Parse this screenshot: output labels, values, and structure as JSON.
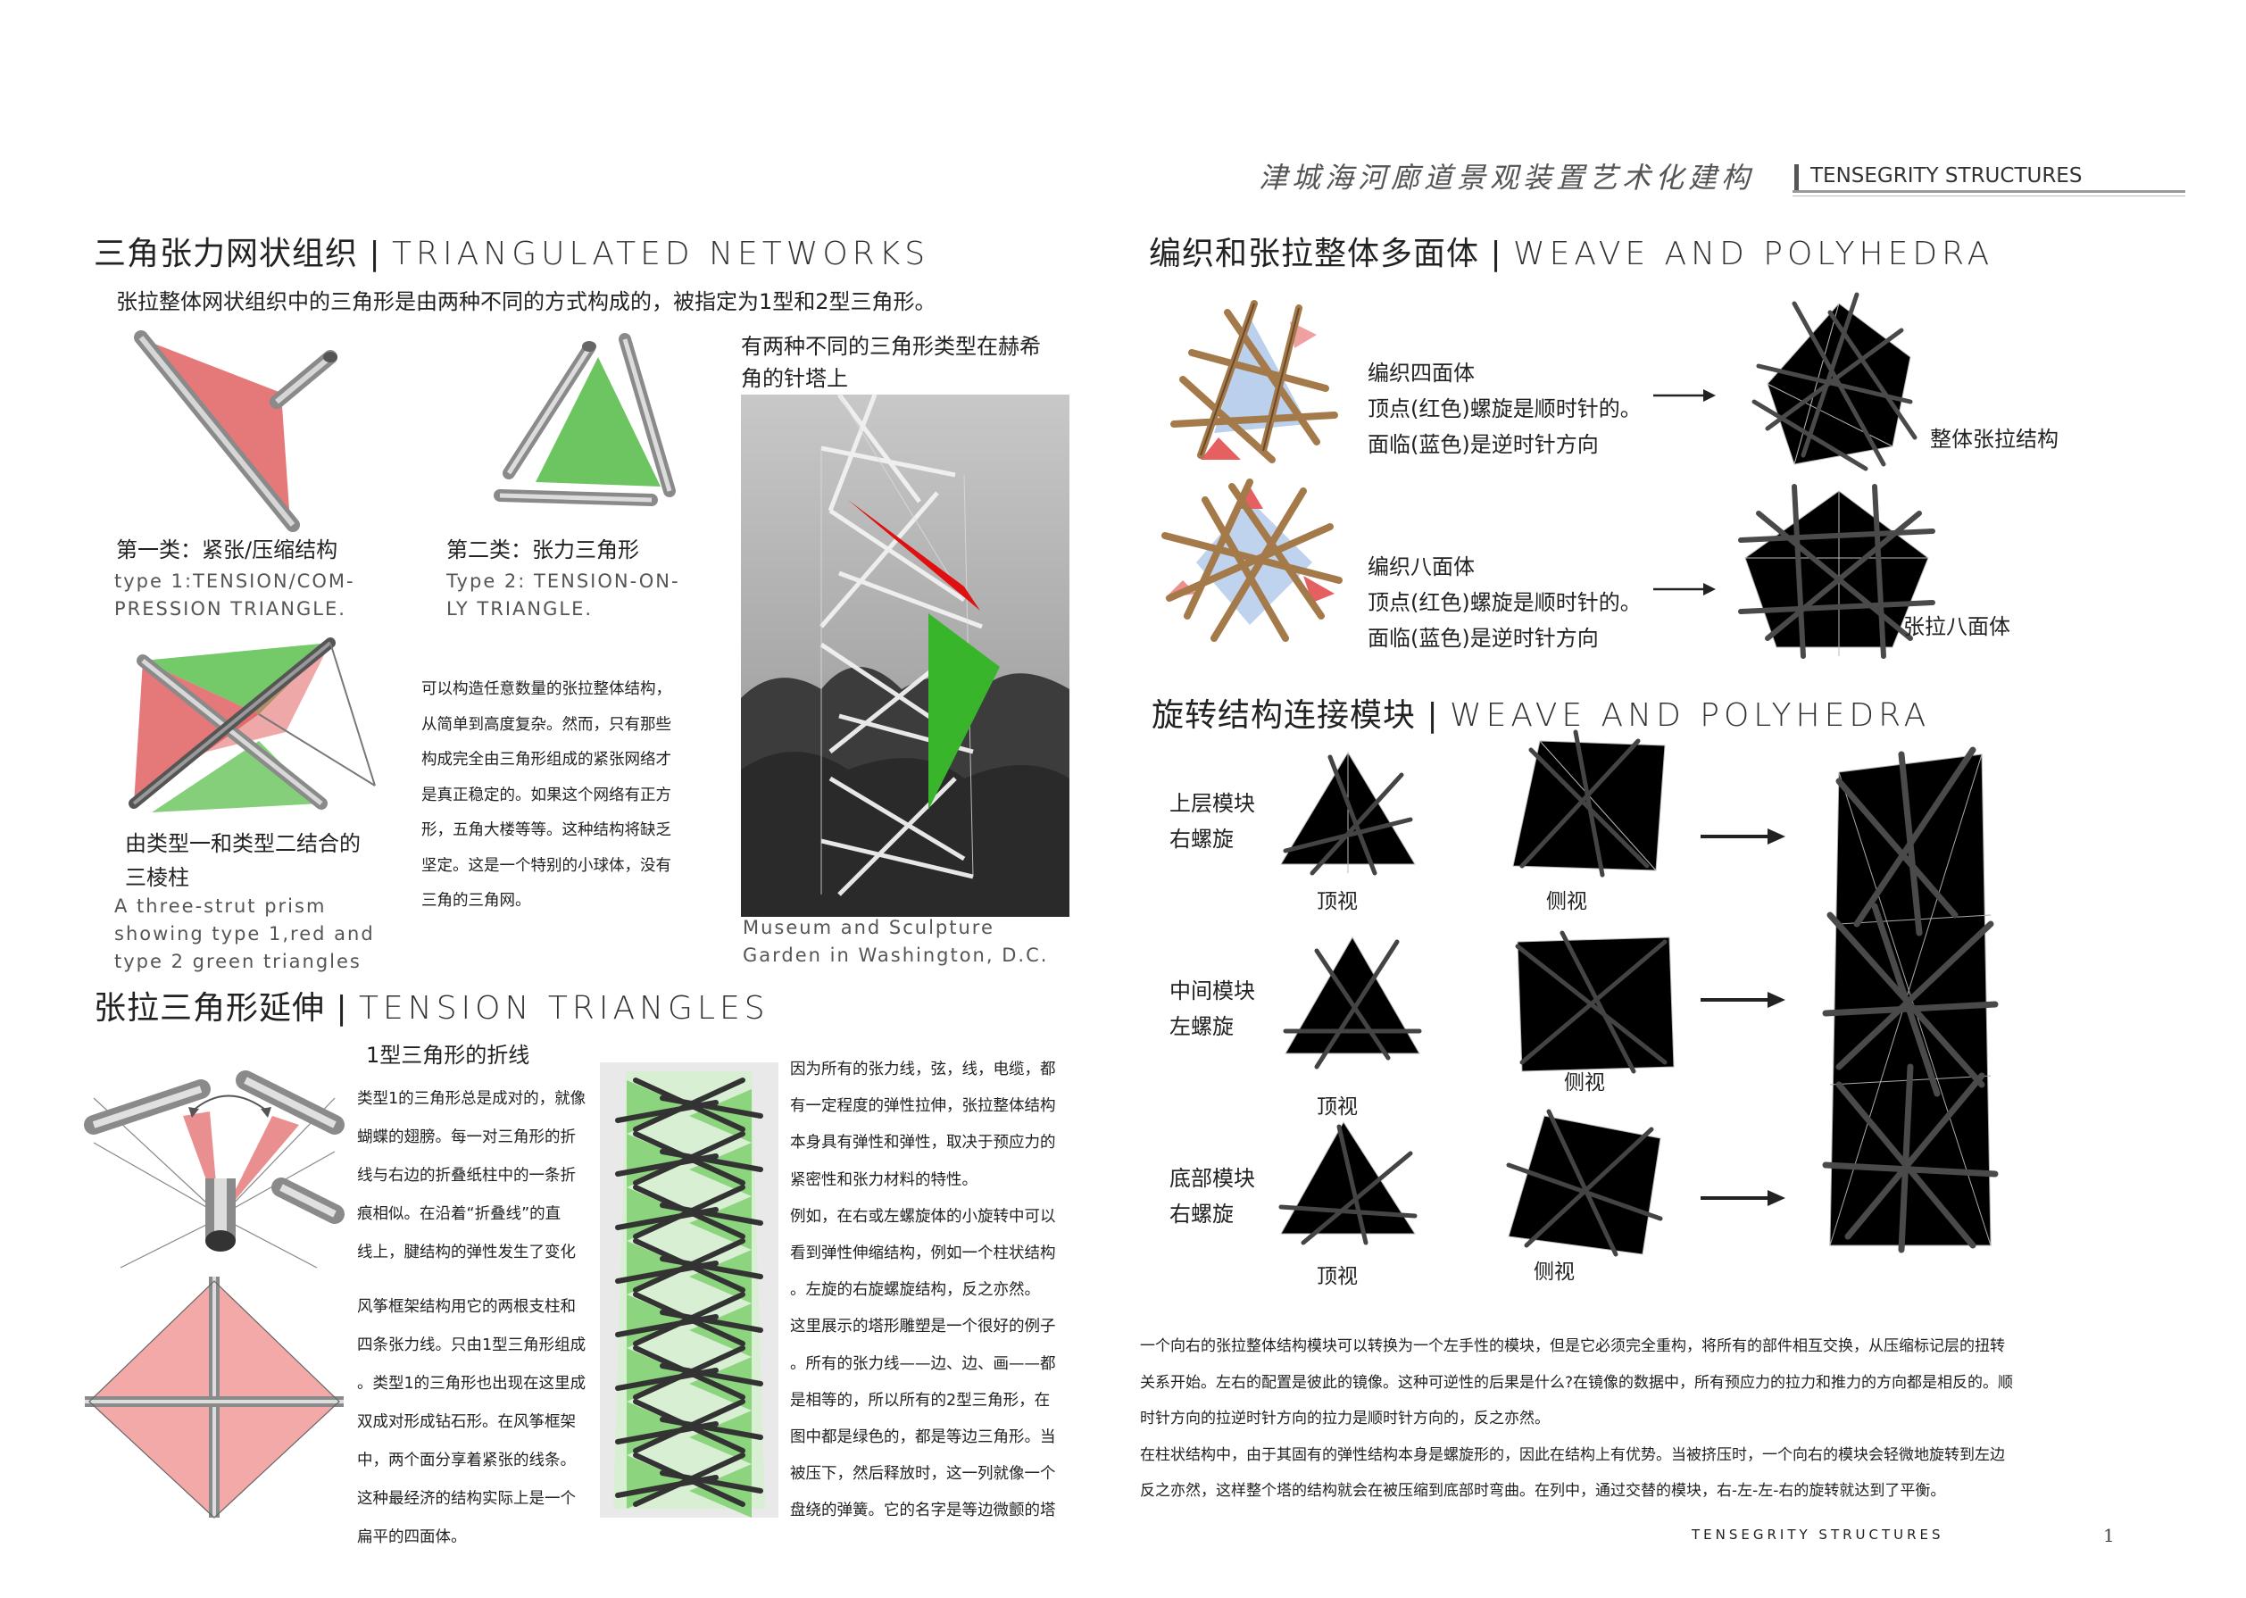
{
  "header": {
    "title_cn": "津城海河廊道景观装置艺术化建构",
    "title_en": "TENSEGRITY STRUCTURES"
  },
  "left": {
    "section1": {
      "title_cn": "三角张力网状组织 | ",
      "title_en": "TRIANGULATED NETWORKS",
      "subtitle": "张拉整体网状组织中的三角形是由两种不同的方式构成的，被指定为1型和2型三角形。",
      "type1_cn": "第一类：紧张/压缩结构",
      "type1_en_line1": "type 1:TENSION/COM-",
      "type1_en_line2": "PRESSION TRIANGLE.",
      "type2_cn": "第二类：张力三角形",
      "type2_en_line1": "Type 2: TENSION-ON-",
      "type2_en_line2": "LY TRIANGLE.",
      "prism_cn_line1": "由类型一和类型二结合的",
      "prism_cn_line2": "三棱柱",
      "prism_en_line1": "A three-strut prism",
      "prism_en_line2": "showing type 1,red and",
      "prism_en_line3": "type 2 green triangles",
      "body_lines": [
        "可以构造任意数量的张拉整体结构，",
        "从简单到高度复杂。然而，只有那些",
        "构成完全由三角形组成的紧张网络才",
        "是真正稳定的。如果这个网络有正方",
        "形，五角大楼等等。这种结构将缺乏",
        "坚定。这是一个特别的小球体，没有",
        "三角的三角网。"
      ],
      "photo_caption_line1": "有两种不同的三角形类型在赫希",
      "photo_caption_line2": "角的针塔上",
      "photo_credit_line1": "Museum and Sculpture",
      "photo_credit_line2": "Garden in Washington, D.C."
    },
    "section2": {
      "title_cn": "张拉三角形延伸 | ",
      "title_en": "TENSION TRIANGLES",
      "fold_title": "1型三角形的折线",
      "col1_lines": [
        "类型1的三角形总是成对的，就像",
        "蝴蝶的翅膀。每一对三角形的折",
        "线与右边的折叠纸柱中的一条折",
        "痕相似。在沿着“折叠线”的直",
        "线上，腱结构的弹性发生了变化"
      ],
      "col1b_lines": [
        "风筝框架结构用它的两根支柱和",
        "四条张力线。只由1型三角形组成",
        "。类型1的三角形也出现在这里成",
        "双成对形成钻石形。在风筝框架",
        "中，两个面分享着紧张的线条。",
        "这种最经济的结构实际上是一个",
        "扁平的四面体。"
      ],
      "col2_lines": [
        "因为所有的张力线，弦，线，电缆，都",
        "有一定程度的弹性拉伸，张拉整体结构",
        "本身具有弹性和弹性，取决于预应力的",
        "紧密性和张力材料的特性。",
        "例如，在右或左螺旋体的小旋转中可以",
        "看到弹性伸缩结构，例如一个柱状结构",
        "。左旋的右旋螺旋结构，反之亦然。",
        "这里展示的塔形雕塑是一个很好的例子",
        "。所有的张力线——边、边、画——都",
        "是相等的，所以所有的2型三角形，在",
        "图中都是绿色的，都是等边三角形。当",
        "被压下，然后释放时，这一列就像一个",
        "盘绕的弹簧。它的名字是等边微颤的塔"
      ]
    }
  },
  "right": {
    "section1": {
      "title_cn": "编织和张拉整体多面体 | ",
      "title_en": "WEAVE AND  POLYHEDRA",
      "tetra_title": "编织四面体",
      "tetra_line1": "顶点(红色)螺旋是顺时针的。",
      "tetra_line2": "面临(蓝色)是逆时针方向",
      "tetra_result": "整体张拉结构",
      "octa_title": "编织八面体",
      "octa_line1": "顶点(红色)螺旋是顺时针的。",
      "octa_line2": "面临(蓝色)是逆时针方向",
      "octa_result": "张拉八面体"
    },
    "section2": {
      "title_cn": "旋转结构连接模块 | ",
      "title_en": "WEAVE AND POLYHEDRA",
      "modules": [
        {
          "name_line1": "上层模块",
          "name_line2": "右螺旋",
          "top": "顶视",
          "side": "侧视"
        },
        {
          "name_line1": "中间模块",
          "name_line2": "左螺旋",
          "top": "顶视",
          "side": "侧视"
        },
        {
          "name_line1": "底部模块",
          "name_line2": "右螺旋",
          "top": "顶视",
          "side": "侧视"
        }
      ],
      "para_lines": [
        "一个向右的张拉整体结构模块可以转换为一个左手性的模块，但是它必须完全重构，将所有的部件相互交换，从压缩标记层的扭转",
        "关系开始。左右的配置是彼此的镜像。这种可逆性的后果是什么?在镜像的数据中，所有预应力的拉力和推力的方向都是相反的。顺",
        "时针方向的拉逆时针方向的拉力是顺时针方向的，反之亦然。",
        "在柱状结构中，由于其固有的弹性结构本身是螺旋形的，因此在结构上有优势。当被挤压时，一个向右的模块会轻微地旋转到左边",
        "反之亦然，这样整个塔的结构就会在被压缩到底部时弯曲。在列中，通过交替的模块，右-左-左-右的旋转就达到了平衡。"
      ]
    }
  },
  "footer": {
    "label": "TENSEGRITY STRUCTURES",
    "page_number": "1"
  },
  "colors": {
    "red": "#e06060",
    "green": "#5cbf4f",
    "blue": "#a9c4e8",
    "strut": "#9a9a9a",
    "wood": "#a57a4a"
  }
}
